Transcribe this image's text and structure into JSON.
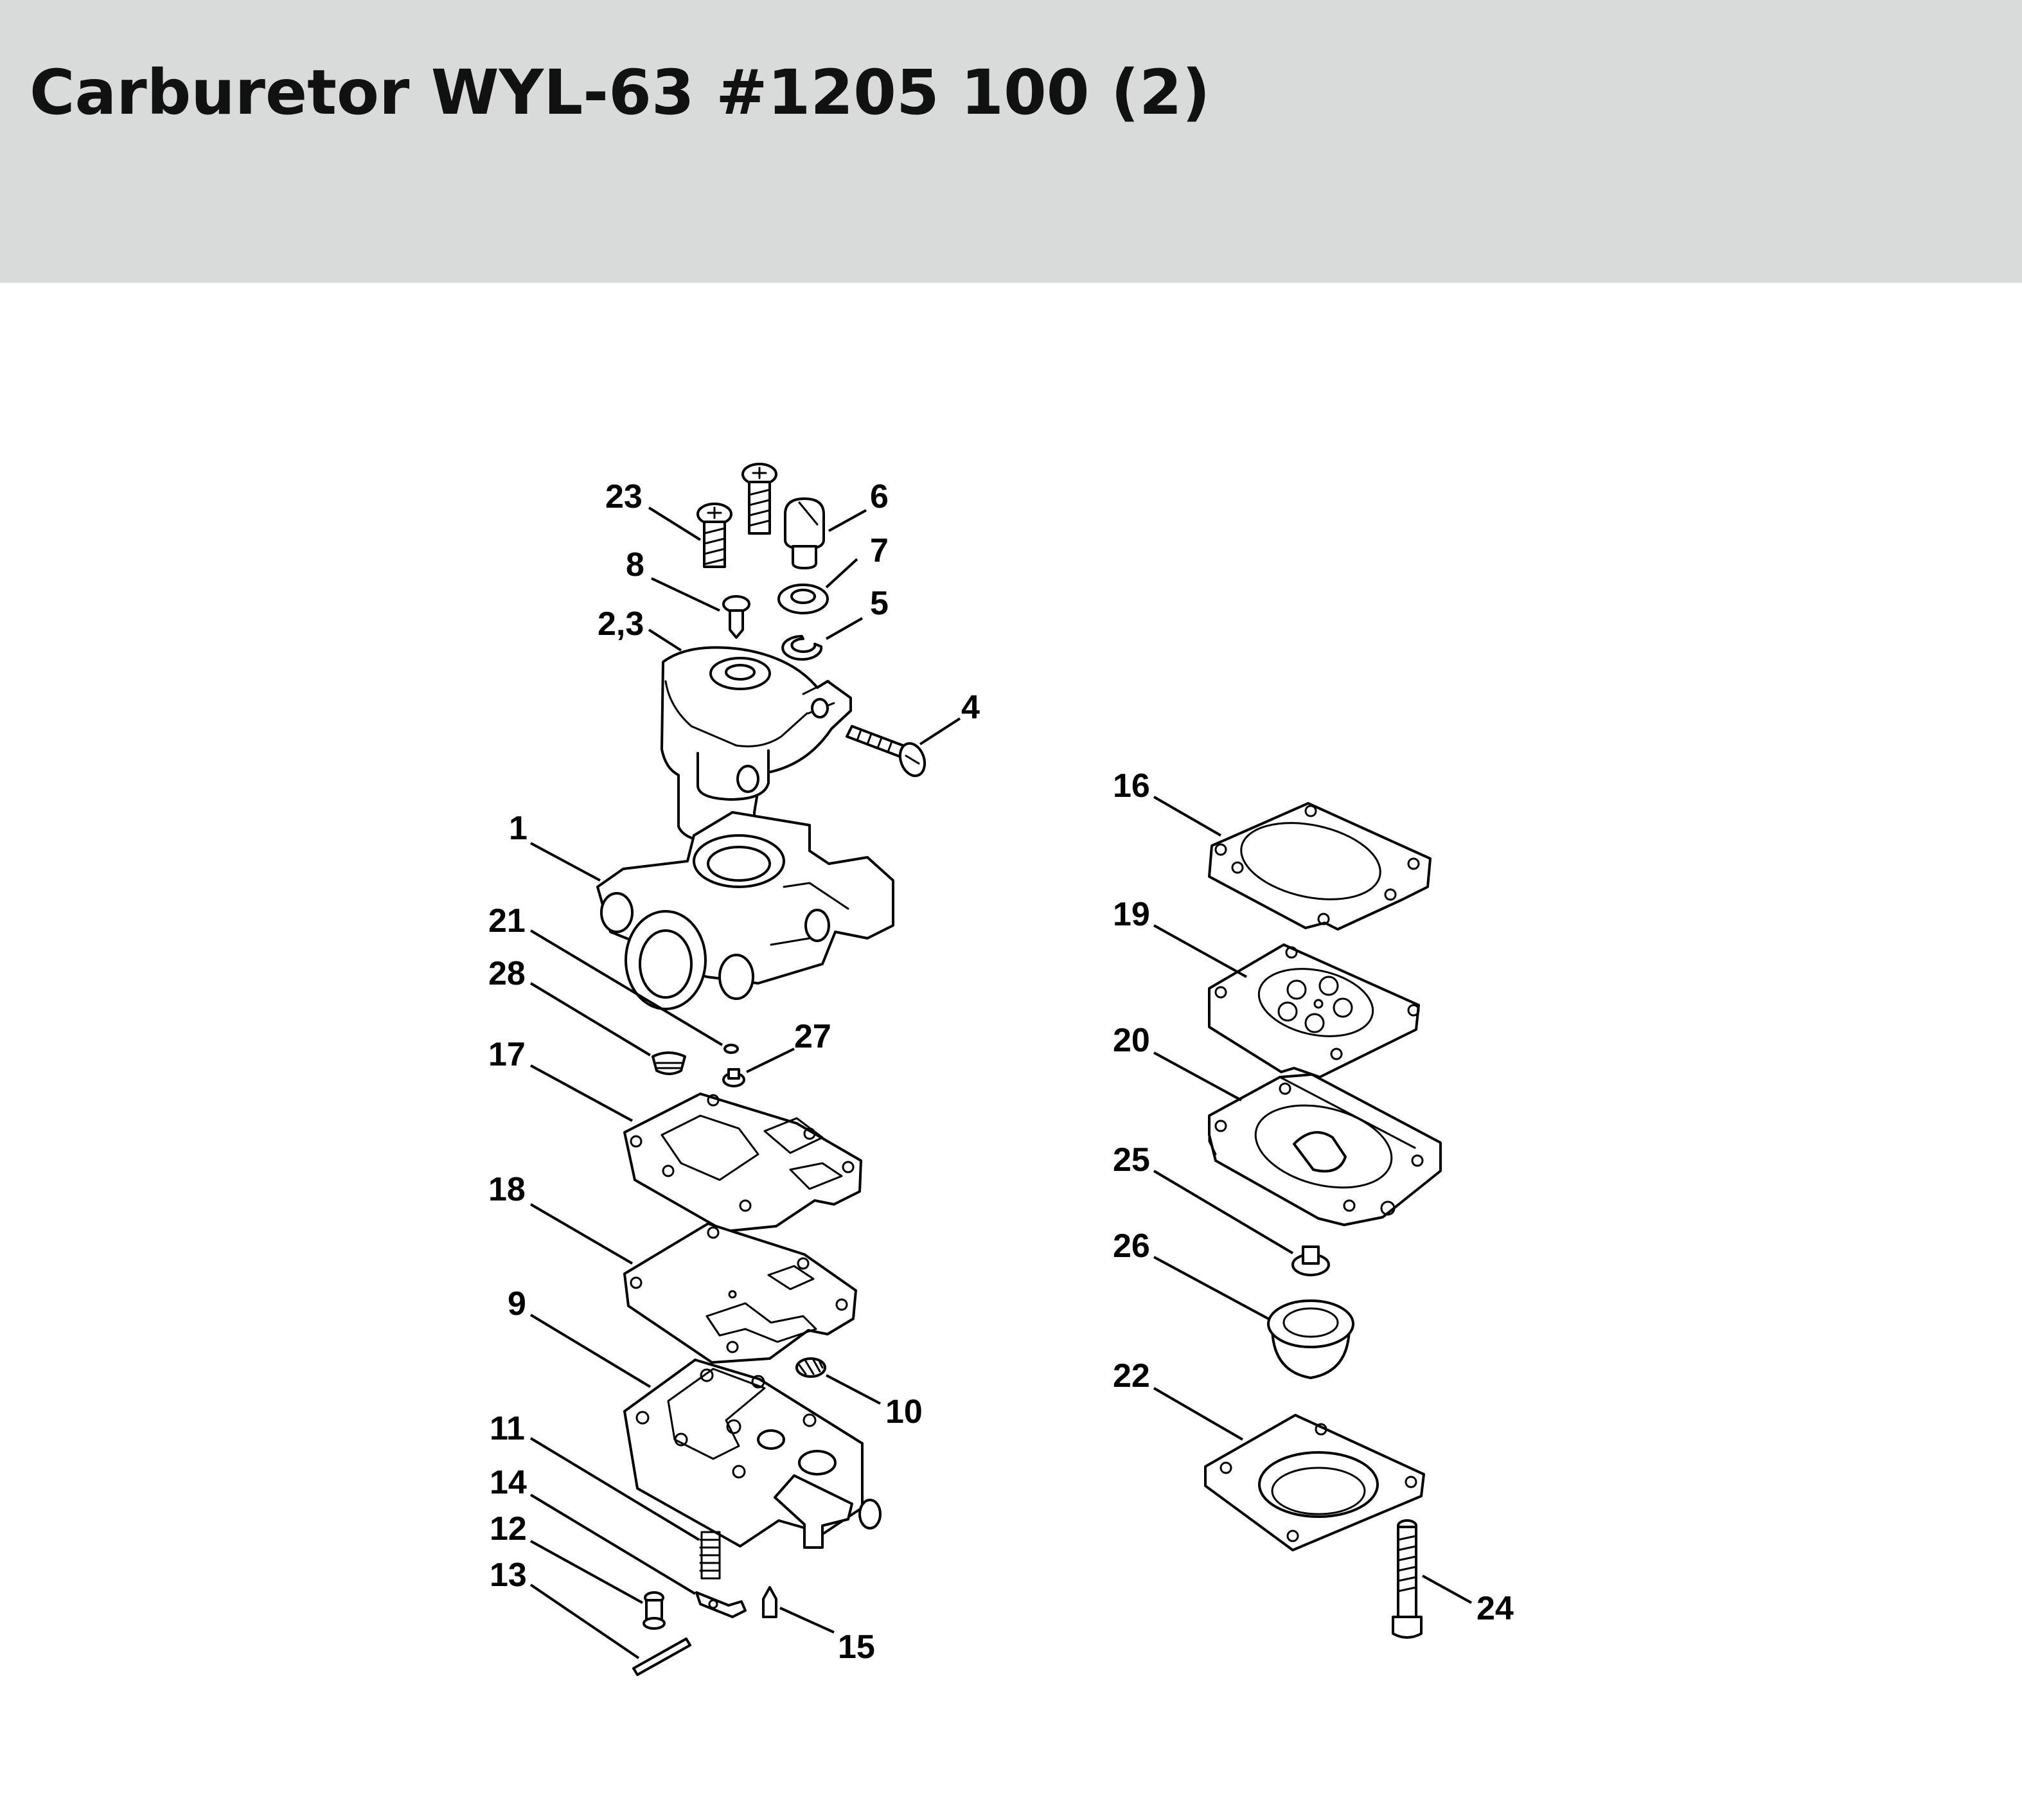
{
  "title": "Carburetor WYL-63 #1205 100 (2)",
  "callouts": {
    "c1": "1",
    "c23": "2,3",
    "c4": "4",
    "c5": "5",
    "c6": "6",
    "c7": "7",
    "c8": "8",
    "c9": "9",
    "c10": "10",
    "c11": "11",
    "c12": "12",
    "c13": "13",
    "c14": "14",
    "c15": "15",
    "c16": "16",
    "c17": "17",
    "c18": "18",
    "c19": "19",
    "c20": "20",
    "c21": "21",
    "c22": "22",
    "c23b": "23",
    "c24": "24",
    "c25": "25",
    "c26": "26",
    "c27": "27",
    "c28": "28"
  }
}
